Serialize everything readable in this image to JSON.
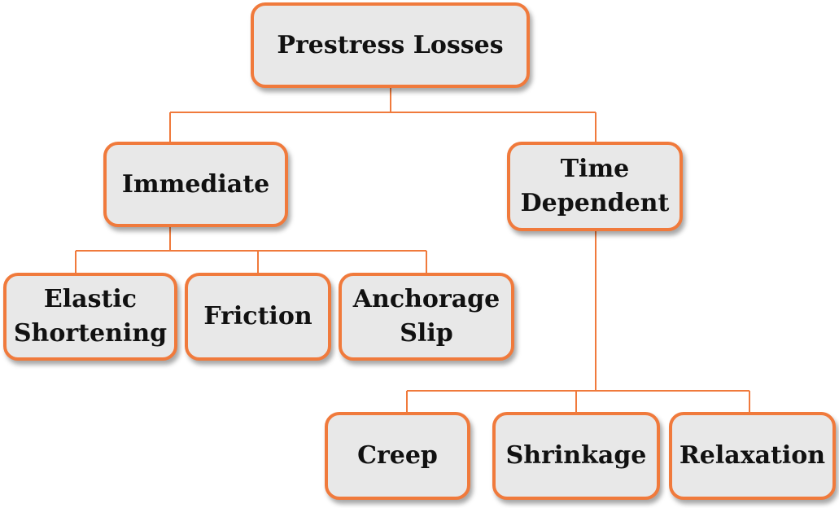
{
  "diagram": {
    "accent_color": "#f07a3c",
    "node_fill": "#e8e8e8",
    "nodes": {
      "root": "Prestress Losses",
      "immediate": "Immediate",
      "time_dependent": "Time\nDependent",
      "elastic_shortening": "Elastic\nShortening",
      "friction": "Friction",
      "anchorage_slip": "Anchorage\nSlip",
      "creep": "Creep",
      "shrinkage": "Shrinkage",
      "relaxation": "Relaxation"
    },
    "edges": [
      [
        "root",
        "immediate"
      ],
      [
        "root",
        "time_dependent"
      ],
      [
        "immediate",
        "elastic_shortening"
      ],
      [
        "immediate",
        "friction"
      ],
      [
        "immediate",
        "anchorage_slip"
      ],
      [
        "time_dependent",
        "creep"
      ],
      [
        "time_dependent",
        "shrinkage"
      ],
      [
        "time_dependent",
        "relaxation"
      ]
    ]
  }
}
